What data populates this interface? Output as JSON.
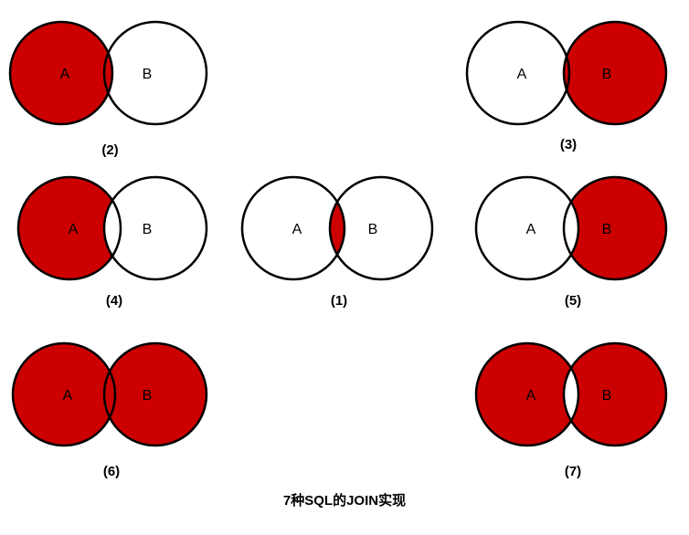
{
  "title": "7种SQL的JOIN实现",
  "colors": {
    "fill": "#cc0000",
    "outline": "#000000",
    "background": "#ffffff"
  },
  "panels": [
    {
      "id": "2",
      "label": "(2)",
      "left_text": "A",
      "right_text": "B",
      "shaded": "left-circle"
    },
    {
      "id": "3",
      "label": "(3)",
      "left_text": "A",
      "right_text": "B",
      "shaded": "right-circle"
    },
    {
      "id": "4",
      "label": "(4)",
      "left_text": "A",
      "right_text": "B",
      "shaded": "left-only"
    },
    {
      "id": "1",
      "label": "(1)",
      "left_text": "A",
      "right_text": "B",
      "shaded": "intersection"
    },
    {
      "id": "5",
      "label": "(5)",
      "left_text": "A",
      "right_text": "B",
      "shaded": "right-only"
    },
    {
      "id": "6",
      "label": "(6)",
      "left_text": "A",
      "right_text": "B",
      "shaded": "union"
    },
    {
      "id": "7",
      "label": "(7)",
      "left_text": "A",
      "right_text": "B",
      "shaded": "symmetric-difference"
    }
  ]
}
